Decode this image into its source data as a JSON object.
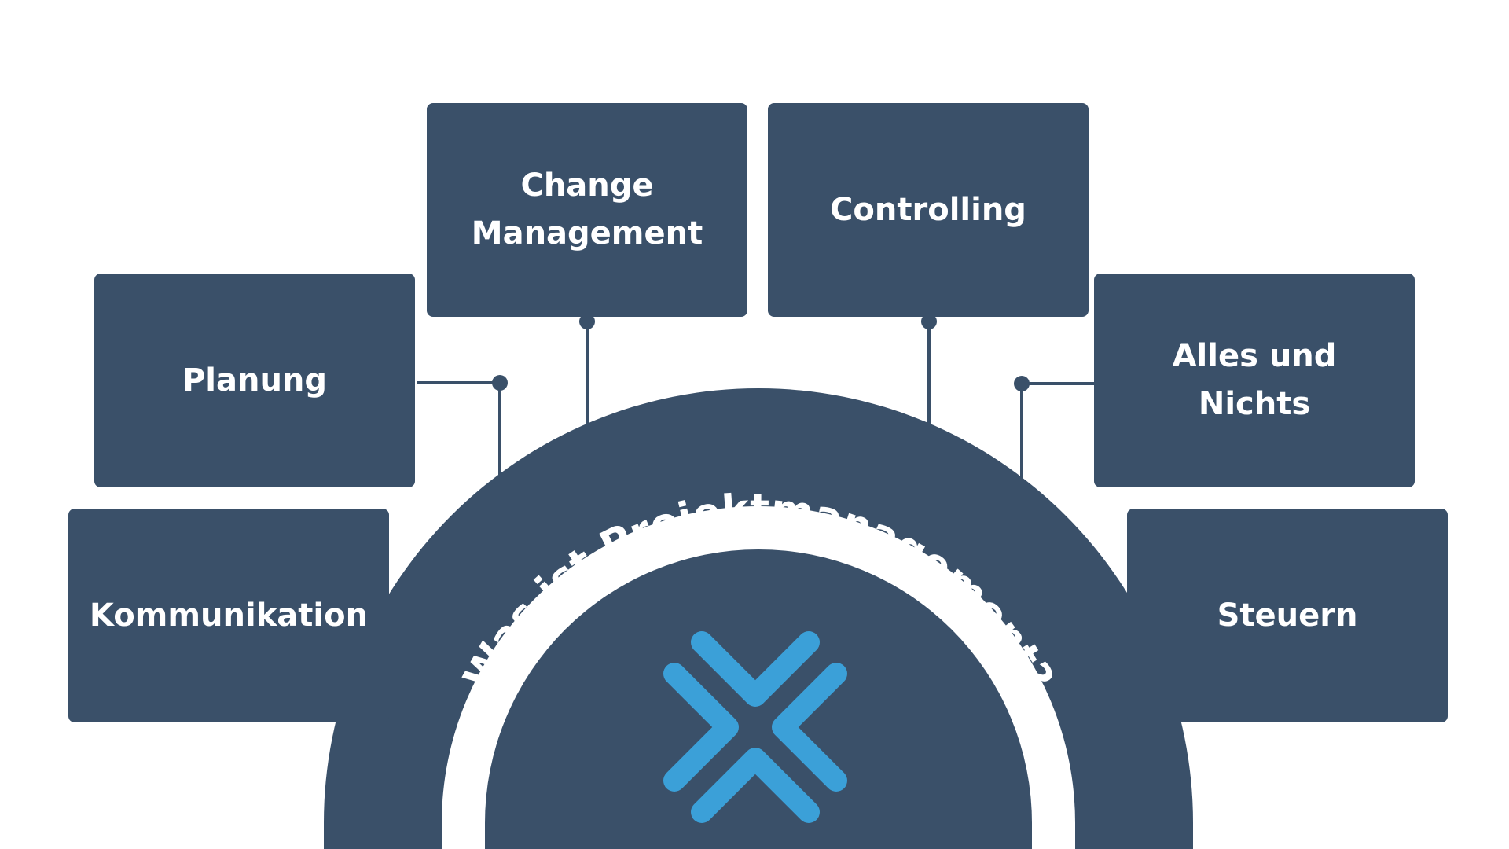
{
  "diagram": {
    "title": "Was ist Projektmanagement?",
    "colors": {
      "box": "#3a5069",
      "connector": "#3a5069",
      "text": "#ffffff",
      "background": "#ffffff",
      "logo": "#3ba0d8"
    },
    "center_icon": "four-chevrons-x-logo-icon",
    "boxes": [
      {
        "id": "planung",
        "label": "Planung"
      },
      {
        "id": "change-management",
        "label": "Change Management"
      },
      {
        "id": "controlling",
        "label": "Controlling"
      },
      {
        "id": "alles-und-nichts",
        "label": "Alles und Nichts"
      },
      {
        "id": "kommunikation",
        "label": "Kommunikation"
      },
      {
        "id": "steuern",
        "label": "Steuern"
      }
    ]
  }
}
